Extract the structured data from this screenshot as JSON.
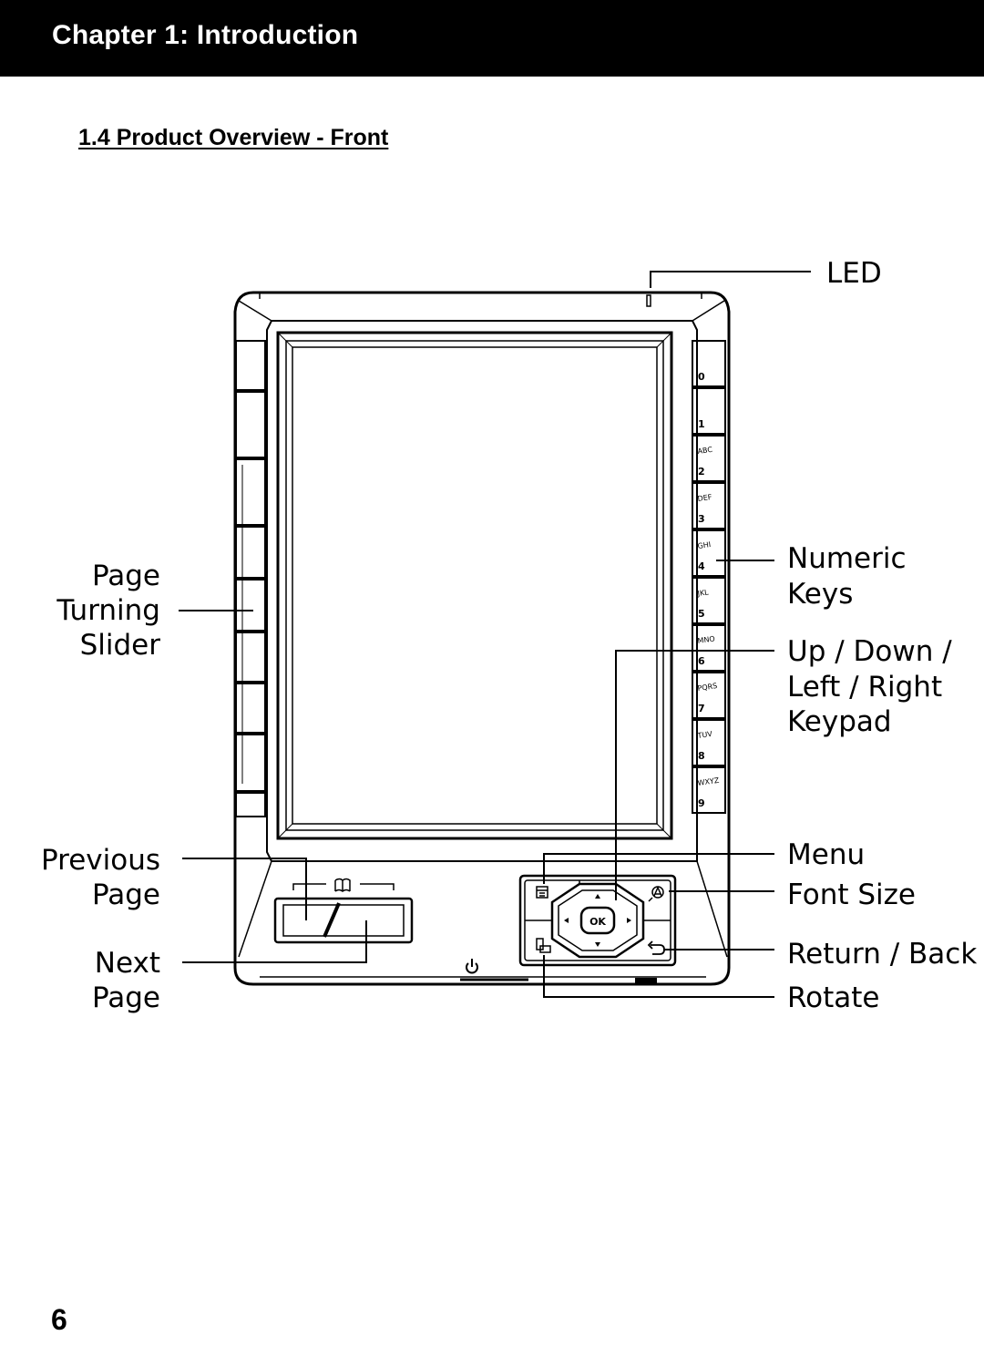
{
  "header": {
    "title": "Chapter 1: Introduction"
  },
  "section": {
    "title": "1.4 Product Overview - Front"
  },
  "device": {
    "numeric_keys": [
      {
        "digit": "0",
        "letters": ""
      },
      {
        "digit": "1",
        "letters": ""
      },
      {
        "digit": "2",
        "letters": "ABC"
      },
      {
        "digit": "3",
        "letters": "DEF"
      },
      {
        "digit": "4",
        "letters": "GHI"
      },
      {
        "digit": "5",
        "letters": "JKL"
      },
      {
        "digit": "6",
        "letters": "MNO"
      },
      {
        "digit": "7",
        "letters": "PQRS"
      },
      {
        "digit": "8",
        "letters": "TUV"
      },
      {
        "digit": "9",
        "letters": "WXYZ"
      }
    ],
    "ok_label": "OK"
  },
  "callouts": {
    "led": "LED",
    "numeric_keys": [
      "Numeric",
      "Keys"
    ],
    "keypad": [
      "Up / Down /",
      "Left / Right",
      "Keypad"
    ],
    "menu": "Menu",
    "font_size": "Font Size",
    "return_back": "Return / Back",
    "rotate": "Rotate",
    "page_turning_slider": [
      "Page",
      "Turning",
      "Slider"
    ],
    "previous_page": [
      "Previous",
      "Page"
    ],
    "next_page": [
      "Next",
      "Page"
    ]
  },
  "footer": {
    "page_number": "6"
  }
}
